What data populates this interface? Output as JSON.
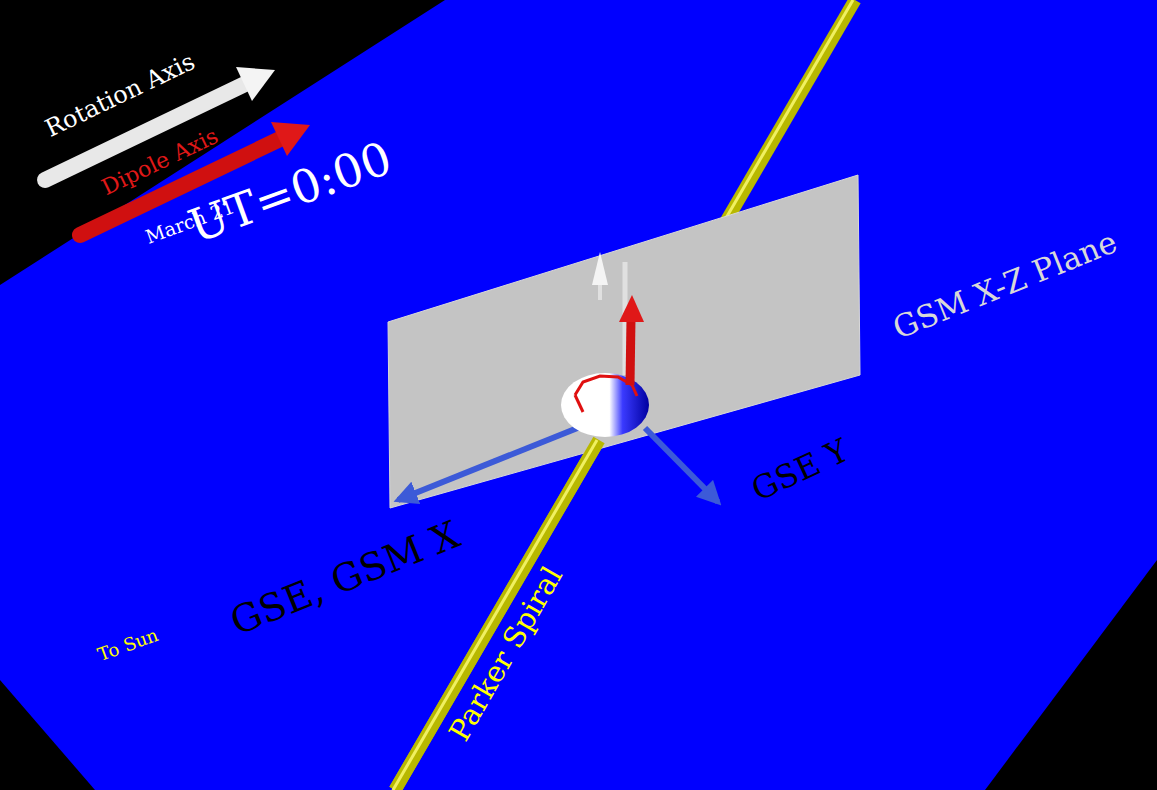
{
  "diagram": {
    "labels": [
      "March 21",
      "UT=0:00",
      "GSM X-Z Plane",
      "GSE, GSM X",
      "GSE Y",
      "To Sun",
      "Parker Spiral"
    ],
    "legend": [
      {
        "text": "Rotation Axis"
      },
      {
        "text": "Dipole Axis"
      }
    ]
  }
}
